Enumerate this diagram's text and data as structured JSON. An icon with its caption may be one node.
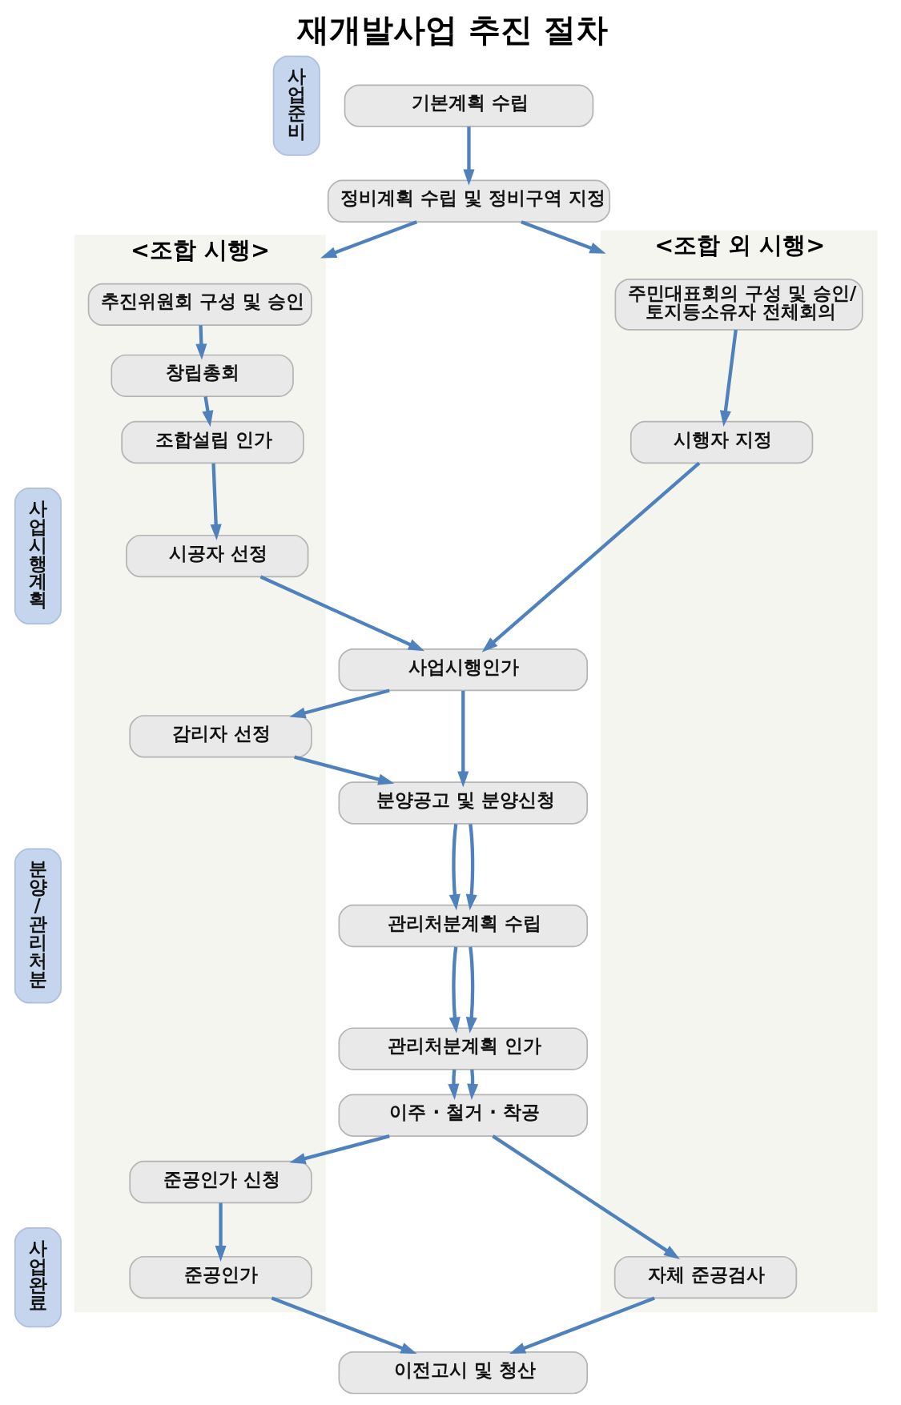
{
  "diagram": {
    "title": "재개발사업 추진 절차",
    "nodes": [
      {
        "text": [
          "사업준비"
        ]
      },
      {
        "text": [
          "기본계획 수립"
        ]
      },
      {
        "text": [
          "정비계획 수립 및 정비구역 지정"
        ]
      },
      {
        "text": [
          "사업시행계획"
        ]
      },
      {
        "text": [
          "<조합 시행>"
        ]
      },
      {
        "text": [
          "<조합 외 시행>"
        ]
      },
      {
        "text": [
          "추진위원회 구성 및 승인"
        ],
        "in": 4
      },
      {
        "text": [
          "주민대표회의 구성 및 승인/ 토지등소유자 전체회의"
        ],
        "in": 5
      },
      {
        "text": [
          "창립총회"
        ],
        "in": 4
      },
      {
        "text": [
          "조합설립 인가"
        ],
        "in": 4
      },
      {
        "text": [
          "시행자 지정"
        ],
        "in": 5
      },
      {
        "text": [
          "시공자 선정"
        ],
        "in": 4
      },
      {
        "text": [
          "사업시행인가"
        ]
      },
      {
        "text": [
          "감리자 선정"
        ],
        "in": 4
      },
      {
        "text": [
          "분양/관리처분"
        ]
      },
      {
        "text": [
          "분양공고 및 분양신청"
        ]
      },
      {
        "text": [
          "관리처분계획 수립"
        ]
      },
      {
        "text": [
          "관리처분계획 인가"
        ]
      },
      {
        "text": [
          "이주 · 철거 · 착공"
        ]
      },
      {
        "text": [
          "사업완료"
        ]
      },
      {
        "text": [
          "준공인가 신청"
        ],
        "in": 4
      },
      {
        "text": [
          "자체 준공검사"
        ],
        "in": 5
      },
      {
        "text": [
          "준공인가"
        ],
        "in": 4
      },
      {
        "text": [
          "이전고시 및 청산"
        ]
      }
    ],
    "edges": [
      {
        "from": 1,
        "to": 2,
        "arrow": "to"
      },
      {
        "from": 2,
        "to": 4,
        "arrow": "to"
      },
      {
        "from": 2,
        "to": 5,
        "arrow": "to"
      },
      {
        "from": 6,
        "to": 8,
        "arrow": "to"
      },
      {
        "from": 7,
        "to": 10,
        "arrow": "to"
      },
      {
        "from": 8,
        "to": 9,
        "arrow": "to"
      },
      {
        "from": 9,
        "to": 11,
        "arrow": "to"
      },
      {
        "from": 10,
        "to": 12,
        "arrow": "to"
      },
      {
        "from": 11,
        "to": 12,
        "arrow": "to"
      },
      {
        "from": 12,
        "to": 13,
        "arrow": "to"
      },
      {
        "from": 12,
        "to": 15,
        "arrow": "to"
      },
      {
        "from": 13,
        "to": 15,
        "arrow": "to"
      },
      {
        "from": 15,
        "to": 16,
        "arrow": "to"
      },
      {
        "from": 15,
        "to": 16,
        "arrow": "to"
      },
      {
        "from": 16,
        "to": 17,
        "arrow": "to"
      },
      {
        "from": 16,
        "to": 17,
        "arrow": "to"
      },
      {
        "from": 17,
        "to": 18,
        "arrow": "to"
      },
      {
        "from": 17,
        "to": 18,
        "arrow": "to"
      },
      {
        "from": 18,
        "to": 20,
        "arrow": "to"
      },
      {
        "from": 18,
        "to": 21,
        "arrow": "to"
      },
      {
        "from": 20,
        "to": 22,
        "arrow": "to"
      },
      {
        "from": 21,
        "to": 23,
        "arrow": "to"
      },
      {
        "from": 22,
        "to": 23,
        "arrow": "to"
      }
    ]
  }
}
